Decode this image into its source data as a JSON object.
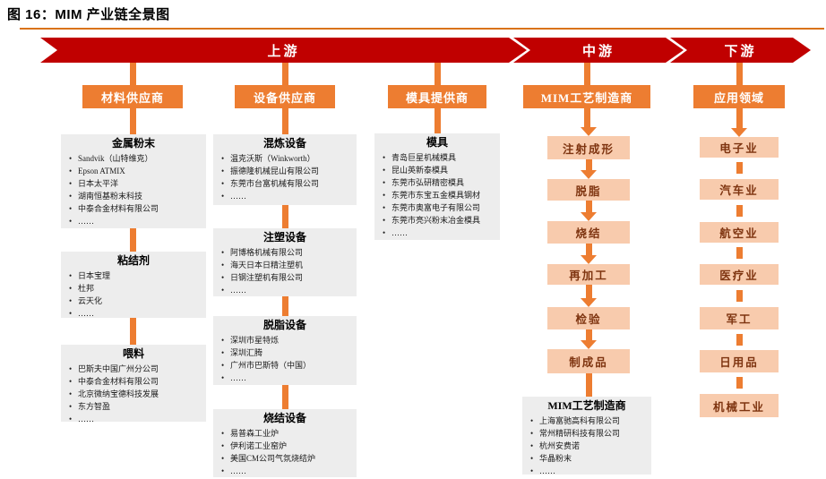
{
  "figure": {
    "title": "图 16：MIM 产业链全景图"
  },
  "banner": {
    "segments": [
      {
        "label": "上游"
      },
      {
        "label": "中游"
      },
      {
        "label": "下游"
      }
    ]
  },
  "headers": [
    "材料供应商",
    "设备供应商",
    "模具提供商",
    "MIM工艺制造商",
    "应用领域"
  ],
  "colors": {
    "banner_red": "#c00000",
    "accent_orange": "#ed7d31",
    "peach_box": "#f8cbad",
    "gray_box": "#ededed"
  },
  "upstream": {
    "material_boxes": [
      {
        "title": "金属粉末",
        "items": [
          "Sandvik（山特维克）",
          "Epson ATMIX",
          "日本太平洋",
          "湖南恒基粉末科技",
          "中泰合金材料有限公司",
          "……"
        ]
      },
      {
        "title": "粘结剂",
        "items": [
          "日本宝理",
          "杜邦",
          "云天化",
          "……"
        ]
      },
      {
        "title": "喂料",
        "items": [
          "巴斯夫中国广州分公司",
          "中泰合金材料有限公司",
          "北京微纳宝德科技发展",
          "东方智盈",
          "……"
        ]
      }
    ],
    "equipment_boxes": [
      {
        "title": "混炼设备",
        "items": [
          "温克沃斯（Winkworth）",
          "振德隆机械昆山有限公司",
          "东莞市台富机械有限公司",
          "……"
        ]
      },
      {
        "title": "注塑设备",
        "items": [
          "阿博格机械有限公司",
          "海天日本日精注塑机",
          "日钢注塑机有限公司",
          "……"
        ]
      },
      {
        "title": "脱脂设备",
        "items": [
          "深圳市星特烁",
          "深圳汇腾",
          "广州市巴斯特（中国）",
          "……"
        ]
      },
      {
        "title": "烧结设备",
        "items": [
          "易普森工业炉",
          "伊利诺工业窑炉",
          "美国CM公司气氛烧结炉",
          "……"
        ]
      }
    ],
    "mold_box": {
      "title": "模具",
      "items": [
        "青岛巨星机械模具",
        "昆山英新泰模具",
        "东莞市弘研精密模具",
        "东莞市东宝五金模具钢材",
        "东莞市奥富电子有限公司",
        "东莞市亮兴粉末冶金模具",
        "……"
      ]
    }
  },
  "midstream": {
    "steps": [
      "注射成形",
      "脱脂",
      "烧结",
      "再加工",
      "检验",
      "制成品"
    ],
    "manufacturers_box": {
      "title": "MIM工艺制造商",
      "items": [
        "上海富驰高科有限公司",
        "常州精研科技有限公司",
        "杭州安费诺",
        "华晶粉末",
        "……"
      ]
    }
  },
  "downstream": {
    "applications": [
      "电子业",
      "汽车业",
      "航空业",
      "医疗业",
      "军工",
      "日用品",
      "机械工业"
    ]
  }
}
